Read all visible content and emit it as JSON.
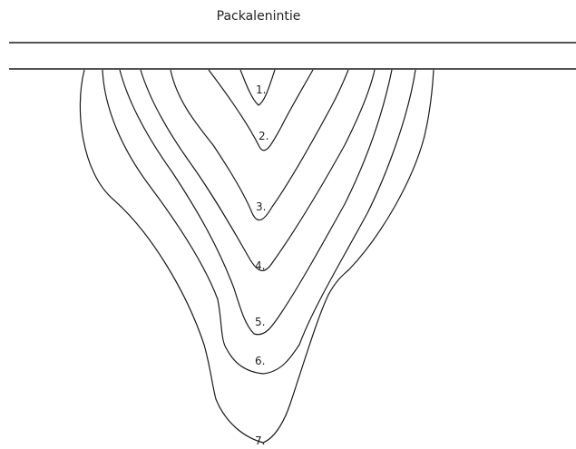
{
  "title": "Packalenintie",
  "layers": [
    {
      "label": "1."
    },
    {
      "label": "2."
    },
    {
      "label": "3."
    },
    {
      "label": "4."
    },
    {
      "label": "5."
    },
    {
      "label": "6."
    },
    {
      "label": "7."
    }
  ],
  "colors": {
    "line": "#1a1a1a",
    "text": "#222222",
    "background": "#ffffff"
  }
}
